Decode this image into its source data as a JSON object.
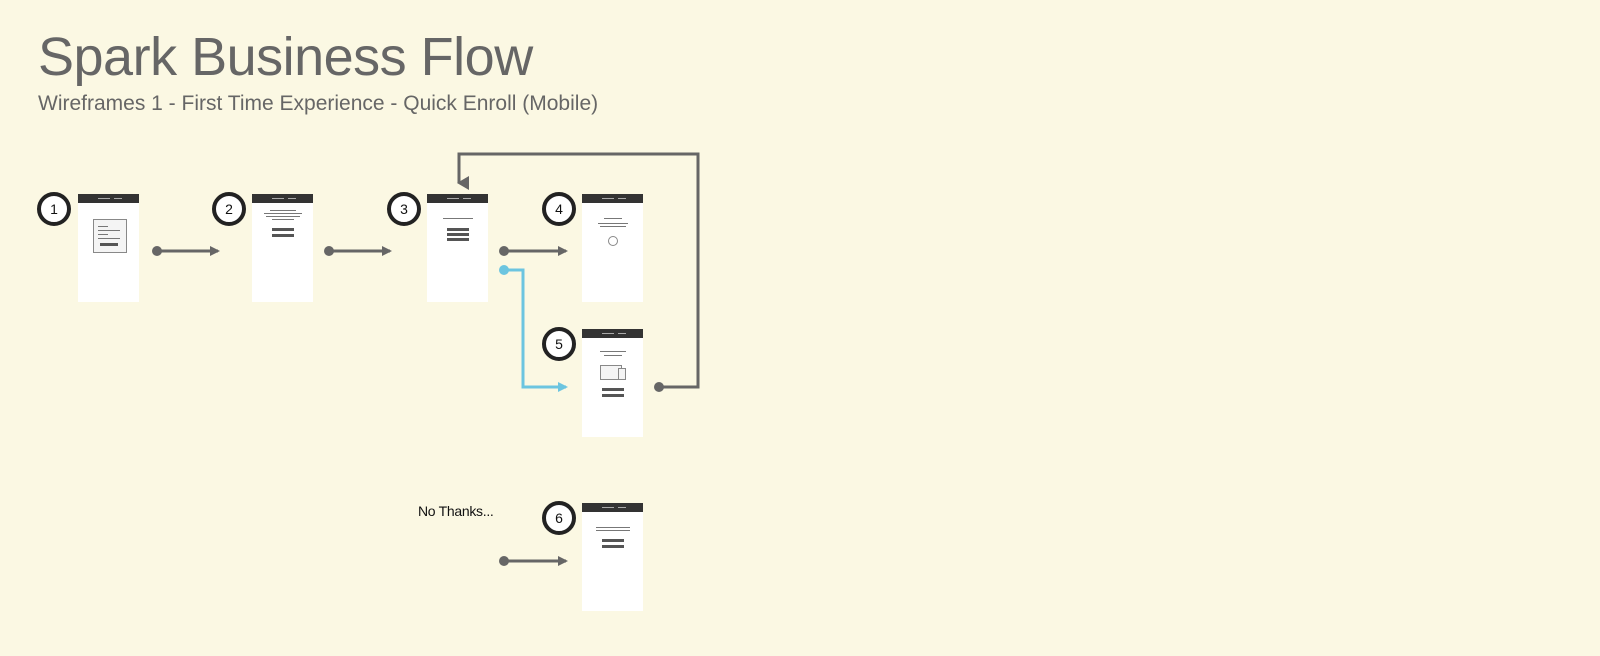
{
  "title": "Spark Business Flow",
  "subtitle": "Wireframes 1 - First Time Experience - Quick Enroll (Mobile)",
  "steps": [
    {
      "number": "1"
    },
    {
      "number": "2"
    },
    {
      "number": "3"
    },
    {
      "number": "4"
    },
    {
      "number": "5"
    },
    {
      "number": "6"
    }
  ],
  "no_thanks_label": "No Thanks...",
  "colors": {
    "background": "#fbf8e3",
    "connector": "#666666",
    "connector_alt": "#6cc5e0",
    "screen_header": "#333333"
  }
}
